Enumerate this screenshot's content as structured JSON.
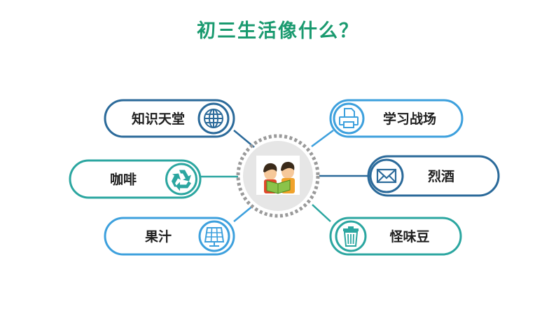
{
  "title": "初三生活像什么？",
  "colors": {
    "dark_blue": "#2b6a9a",
    "light_blue": "#3da0dd",
    "teal": "#2ba6a0",
    "title_green": "#1a9a6f",
    "center_ring": "#9a9a9a"
  },
  "center": {
    "icon": "two-children-reading-image"
  },
  "nodes": [
    {
      "id": "zhishitiantang",
      "label": "知识天堂",
      "icon": "globe-icon",
      "color": "#2b6a9a"
    },
    {
      "id": "kafei",
      "label": "咖啡",
      "icon": "recycle-icon",
      "color": "#2ba6a0"
    },
    {
      "id": "guozhi",
      "label": "果汁",
      "icon": "solar-panel-icon",
      "color": "#3da0dd"
    },
    {
      "id": "xuexizhanchang",
      "label": "学习战场",
      "icon": "printer-icon",
      "color": "#3da0dd"
    },
    {
      "id": "liejiu",
      "label": "烈酒",
      "icon": "mail-icon",
      "color": "#2b6a9a"
    },
    {
      "id": "guaiweidou",
      "label": "怪味豆",
      "icon": "trash-icon",
      "color": "#2ba6a0"
    }
  ]
}
